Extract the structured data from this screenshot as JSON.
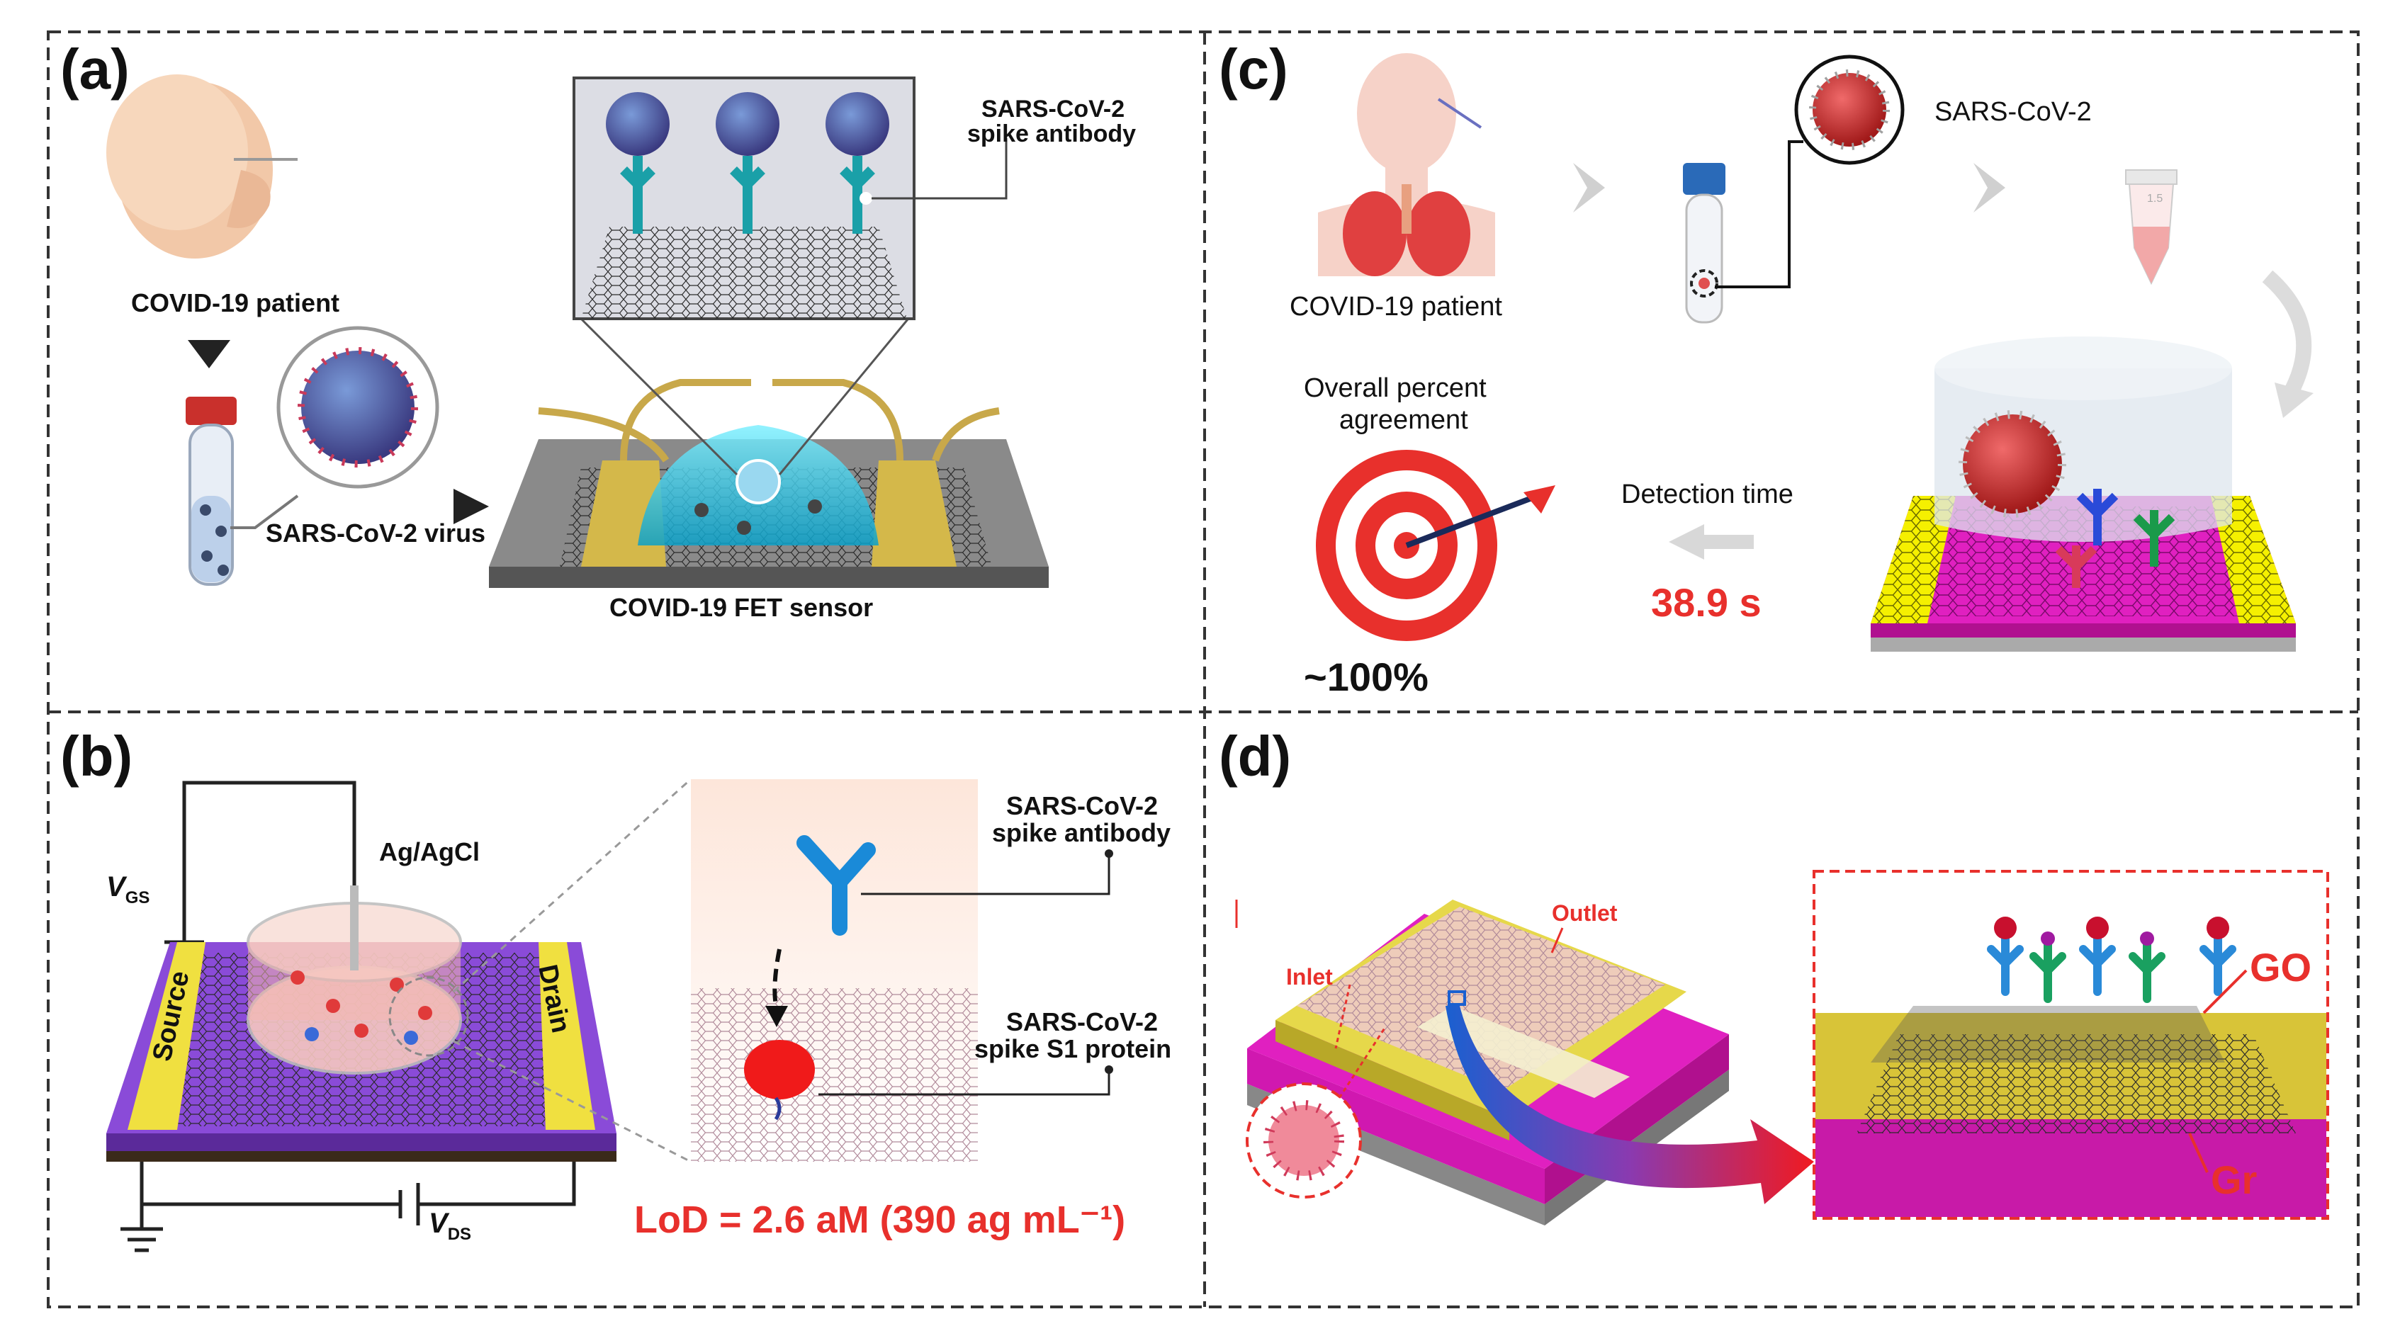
{
  "panels": {
    "a": {
      "label": "(a)",
      "patient": "COVID-19 patient",
      "virus": "SARS-CoV-2 virus",
      "antibody_line1": "SARS-CoV-2",
      "antibody_line2": "spike antibody",
      "sensor": "COVID-19 FET sensor"
    },
    "b": {
      "label": "(b)",
      "electrode": "Ag/AgCl",
      "vgs_main": "V",
      "vgs_sub": "GS",
      "vds_main": "V",
      "vds_sub": "DS",
      "source": "Source",
      "drain": "Drain",
      "antibody_line1": "SARS-CoV-2",
      "antibody_line2": "spike antibody",
      "protein_line1": "SARS-CoV-2",
      "protein_line2": "spike S1 protein",
      "lod": "LoD = 2.6 aM (390 ag mL⁻¹)"
    },
    "c": {
      "label": "(c)",
      "virus": "SARS-CoV-2",
      "patient": "COVID-19 patient",
      "agreement_line1": "Overall percent",
      "agreement_line2": "agreement",
      "agreement_value": "~100%",
      "detection_label": "Detection time",
      "detection_value": "38.9 s",
      "tube_label": "1.5"
    },
    "d": {
      "label": "(d)",
      "inlet": "Inlet",
      "outlet": "Outlet",
      "go": "GO",
      "gr": "Gr"
    }
  },
  "colors": {
    "accent_red": "#e8302c",
    "gold": "#e6d84a",
    "magenta": "#e020c0",
    "purple": "#9a3fd8",
    "border": "#333333"
  }
}
